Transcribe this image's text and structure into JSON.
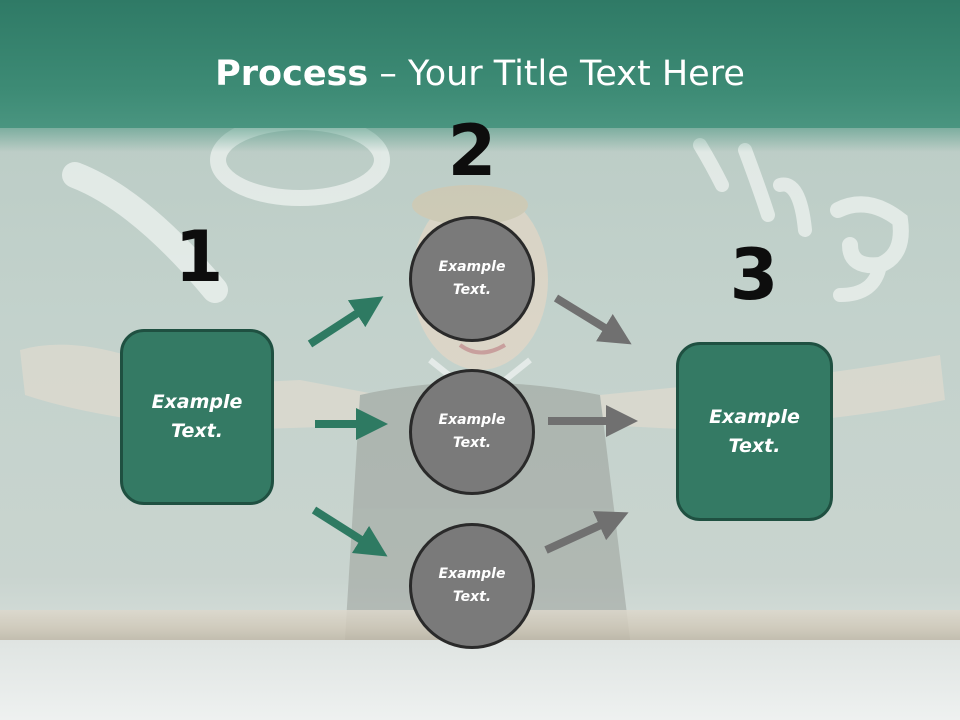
{
  "title": {
    "bold": "Process",
    "rest": " – Your Title Text Here"
  },
  "steps": {
    "one": {
      "number": "1",
      "text": "Example\nText."
    },
    "two": {
      "number": "2",
      "circles": [
        {
          "text": "Example\nText."
        },
        {
          "text": "Example\nText."
        },
        {
          "text": "Example\nText."
        }
      ]
    },
    "three": {
      "number": "3",
      "text": "Example\nText."
    }
  },
  "colors": {
    "header": "#3d8b75",
    "box_fill": "#347a64",
    "circle_fill": "#7a7a7a",
    "green_arrow": "#2e7a62",
    "gray_arrow": "#707070"
  },
  "background_image": "child-at-chalkboard-illustration"
}
